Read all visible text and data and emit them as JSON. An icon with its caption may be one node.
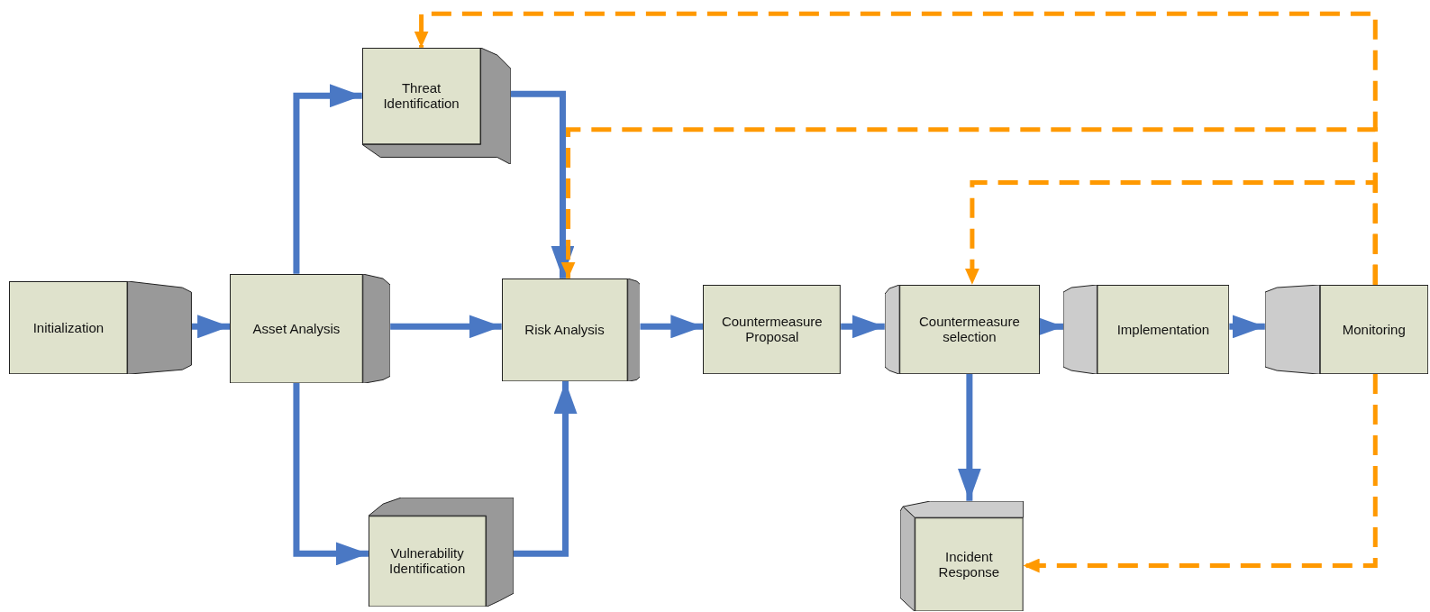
{
  "diagram": {
    "nodes": [
      {
        "text": [
          "Initialization"
        ]
      },
      {
        "text": [
          "Asset Analysis"
        ]
      },
      {
        "text": [
          "Threat Identification"
        ]
      },
      {
        "text": [
          "Vulnerability Identification"
        ]
      },
      {
        "text": [
          "Risk Analysis"
        ]
      },
      {
        "text": [
          "Countermeasure Proposal"
        ]
      },
      {
        "text": [
          "Countermeasure selection"
        ]
      },
      {
        "text": [
          "Implementation"
        ]
      },
      {
        "text": [
          "Monitoring"
        ]
      },
      {
        "text": [
          "Incident Response"
        ]
      }
    ],
    "edges": [
      {
        "from": 0,
        "to": 1,
        "arrow": "to"
      },
      {
        "from": 1,
        "to": 4,
        "arrow": "to"
      },
      {
        "from": 1,
        "to": 2,
        "arrow": "to"
      },
      {
        "from": 1,
        "to": 3,
        "arrow": "to"
      },
      {
        "from": 2,
        "to": 4,
        "arrow": "to"
      },
      {
        "from": 3,
        "to": 4,
        "arrow": "to"
      },
      {
        "from": 4,
        "to": 5,
        "arrow": "to"
      },
      {
        "from": 5,
        "to": 6,
        "arrow": "to"
      },
      {
        "from": 6,
        "to": 7,
        "arrow": "to"
      },
      {
        "from": 7,
        "to": 8,
        "arrow": "to"
      },
      {
        "from": 6,
        "to": 9,
        "arrow": "to"
      },
      {
        "from": 8,
        "to": 2,
        "arrow": "to",
        "style": "dashed",
        "color": "#ff9900"
      },
      {
        "from": 8,
        "to": 4,
        "arrow": "to",
        "style": "dashed",
        "color": "#ff9900"
      },
      {
        "from": 8,
        "to": 6,
        "arrow": "to",
        "style": "dashed",
        "color": "#ff9900"
      },
      {
        "from": 8,
        "to": 9,
        "arrow": "to",
        "style": "dashed",
        "color": "#ff9900"
      }
    ]
  }
}
